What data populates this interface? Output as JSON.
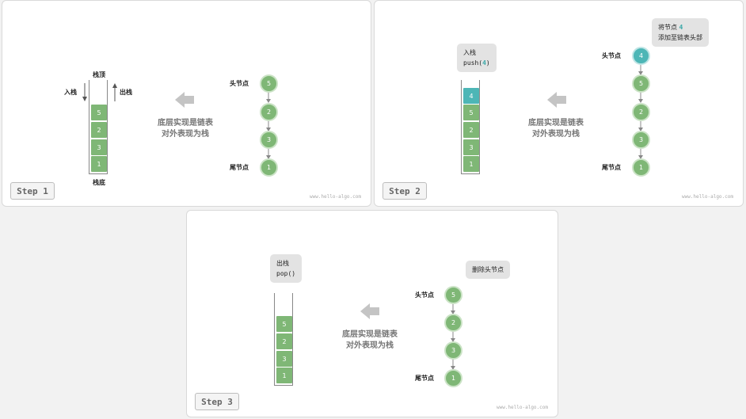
{
  "common": {
    "middle_line1": "底层实现是链表",
    "middle_line2": "对外表现为栈",
    "head_label": "头节点",
    "tail_label": "尾节点",
    "watermark": "www.hello-algo.com"
  },
  "step1": {
    "tag": "Step 1",
    "top_label": "栈顶",
    "bottom_label": "栈底",
    "push_label": "入栈",
    "pop_label": "出栈",
    "stack": [
      "5",
      "2",
      "3",
      "1"
    ],
    "nodes": [
      "5",
      "2",
      "3",
      "1"
    ]
  },
  "step2": {
    "tag": "Step 2",
    "bubble_line1": "入栈",
    "bubble_fn": "push(",
    "bubble_arg": "4",
    "bubble_close": ")",
    "note_prefix": "将节点 ",
    "note_value": "4",
    "note_line2": "添加至链表头部",
    "stack": [
      "4",
      "5",
      "2",
      "3",
      "1"
    ],
    "nodes": [
      "4",
      "5",
      "2",
      "3",
      "1"
    ]
  },
  "step3": {
    "tag": "Step 3",
    "bubble_line1": "出栈",
    "bubble_fn": "pop()",
    "note": "删除头节点",
    "stack": [
      "5",
      "2",
      "3",
      "1"
    ],
    "nodes": [
      "5",
      "2",
      "3",
      "1"
    ]
  },
  "colors": {
    "node_green": "#7fb776",
    "node_teal": "#4db6b6",
    "arrow_gray": "#c4c4c4"
  }
}
